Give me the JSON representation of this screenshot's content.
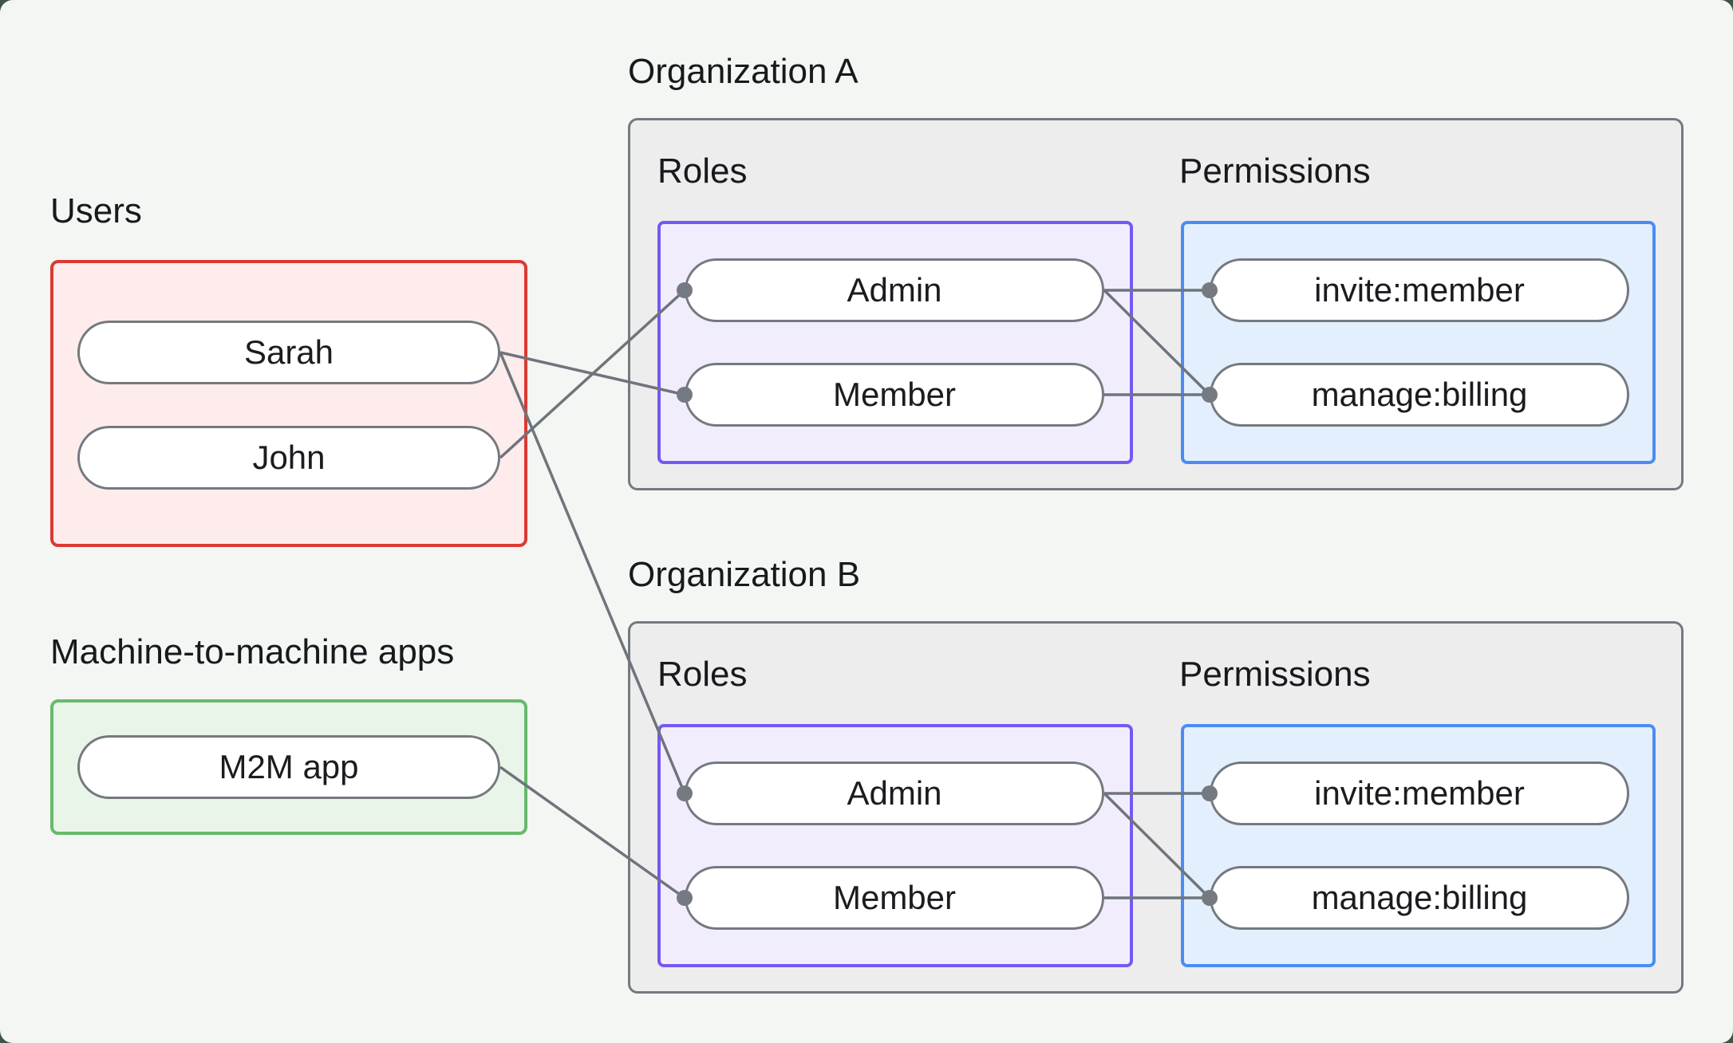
{
  "palette": {
    "background": "#f3f6f3",
    "page_behind_corners": "#3e5446",
    "users_border": "#da3a33",
    "users_fill": "#fdeceb",
    "m2m_border": "#68b96c",
    "m2m_fill": "#eaf5ea",
    "roles_border": "#7757f5",
    "roles_fill": "#f2edfd",
    "permissions_border": "#4a8cf4",
    "permissions_fill": "#e3effc",
    "org_border": "#74797f",
    "org_fill": "#ededee",
    "node_border": "#74797f",
    "node_fill": "#ffffff",
    "edge_line": "#6f747c",
    "edge_dot": "#757a82",
    "text": "#17191c"
  },
  "users": {
    "label": "Users",
    "items": [
      "Sarah",
      "John"
    ]
  },
  "m2m": {
    "label": "Machine-to-machine apps",
    "items": [
      "M2M app"
    ]
  },
  "orgs": [
    {
      "label": "Organization A",
      "roles_label": "Roles",
      "permissions_label": "Permissions",
      "roles": [
        "Admin",
        "Member"
      ],
      "permissions": [
        "invite:member",
        "manage:billing"
      ]
    },
    {
      "label": "Organization B",
      "roles_label": "Roles",
      "permissions_label": "Permissions",
      "roles": [
        "Admin",
        "Member"
      ],
      "permissions": [
        "invite:member",
        "manage:billing"
      ]
    }
  ],
  "connections": [
    {
      "from": "John",
      "to": "Organization A / Admin"
    },
    {
      "from": "Sarah",
      "to": "Organization A / Member"
    },
    {
      "from": "Sarah",
      "to": "Organization B / Admin"
    },
    {
      "from": "M2M app",
      "to": "Organization B / Member"
    },
    {
      "from": "Organization A / Admin",
      "to": "Organization A / invite:member"
    },
    {
      "from": "Organization A / Admin",
      "to": "Organization A / manage:billing"
    },
    {
      "from": "Organization A / Member",
      "to": "Organization A / manage:billing"
    },
    {
      "from": "Organization B / Admin",
      "to": "Organization B / invite:member"
    },
    {
      "from": "Organization B / Admin",
      "to": "Organization B / manage:billing"
    },
    {
      "from": "Organization B / Member",
      "to": "Organization B / manage:billing"
    }
  ]
}
